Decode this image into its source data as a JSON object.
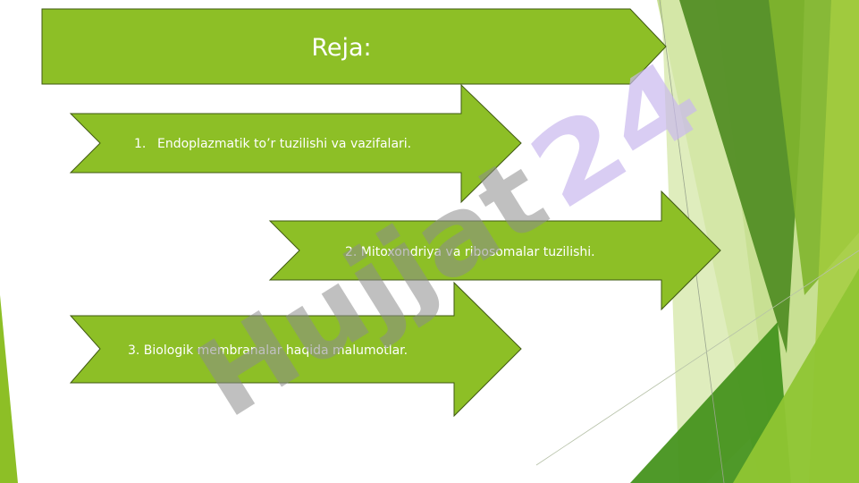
{
  "slide": {
    "title": "Reja:",
    "items": [
      {
        "number": "1.",
        "text": "Endoplazmatik to’r tuzilishi va vazifalari."
      },
      {
        "text": "2. Mitoxondriya va ribosomalar tuzilishi."
      },
      {
        "text": "3. Biologik membranalar haqida malumotlar."
      }
    ]
  },
  "watermark": {
    "text": "Hujjat 24"
  },
  "colors": {
    "arrow_green": "#8dbf26",
    "arrow_border": "#3f5812",
    "deco_dark": "#4e8a1f",
    "deco_light": "#a8cf3c",
    "watermark_gray": "#8c8c8c",
    "watermark_purple": "#c9b8ee"
  }
}
